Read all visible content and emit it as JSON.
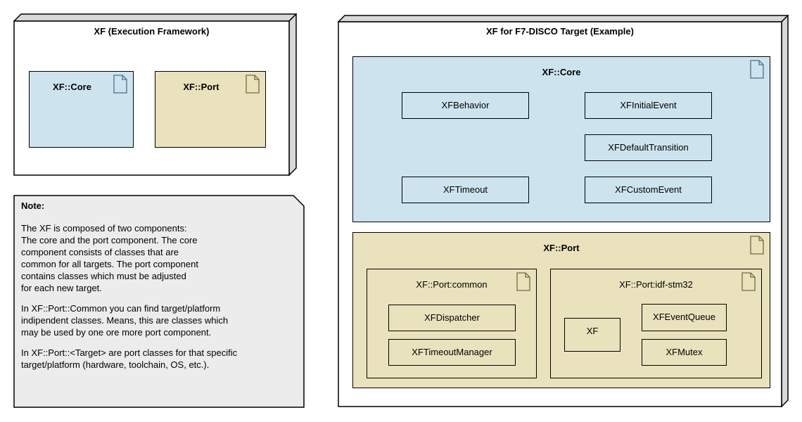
{
  "colors": {
    "core_fill": "#cde4ef",
    "port_fill": "#eae2bc",
    "note_fill": "#ececec",
    "side_fill": "#d8d8d8",
    "icon_blue": "#4a7183",
    "icon_olive": "#6f6b3e"
  },
  "left_node": {
    "title": "XF (Execution Framework)",
    "core_label": "XF::Core",
    "port_label": "XF::Port"
  },
  "note": {
    "heading": "Note:",
    "para1": "The XF is composed of two components:\nThe core and the port component. The core\ncomponent consists of classes that are\ncommon for all targets. The port component\ncontains classes which must be adjusted\nfor each new target.",
    "para2": "In XF::Port::Common you can find target/platform\nindipendent classes. Means, this are classes which\nmay be used by one ore more port component.",
    "para3": "In XF::Port::<Target> are port classes for that specific\ntarget/platform (hardware, toolchain, OS, etc.)."
  },
  "right_node": {
    "title": "XF for F7-DISCO Target (Example)",
    "core": {
      "title": "XF::Core",
      "classes": [
        "XFBehavior",
        "XFInitialEvent",
        "XFDefaultTransition",
        "XFTimeout",
        "XFCustomEvent"
      ]
    },
    "port": {
      "title": "XF::Port",
      "common": {
        "title": "XF::Port:common",
        "classes": [
          "XFDispatcher",
          "XFTimeoutManager"
        ]
      },
      "stm32": {
        "title": "XF::Port:idf-stm32",
        "classes": [
          "XF",
          "XFEventQueue",
          "XFMutex"
        ]
      }
    }
  }
}
